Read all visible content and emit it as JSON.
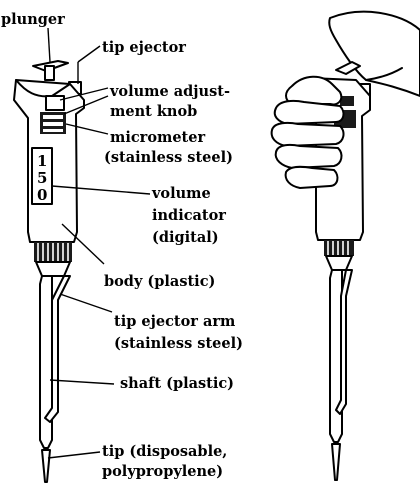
{
  "labels": {
    "plunger": "plunger",
    "tip_ejector": "tip ejector",
    "volume_adjustment_knob_line1": "volume adjust-",
    "volume_adjustment_knob_line2": "ment knob",
    "micrometer_line1": "micrometer",
    "micrometer_line2": "(stainless steel)",
    "volume_indicator_line1": "volume",
    "volume_indicator_line2": "indicator",
    "volume_indicator_line3": "(digital)",
    "body": "body (plastic)",
    "tip_ejector_arm_line1": "tip ejector arm",
    "tip_ejector_arm_line2": "(stainless steel)",
    "shaft": "shaft (plastic)",
    "tip_line1": "tip (disposable,",
    "tip_line2": "polypropylene)"
  },
  "volume_display_digits": [
    "1",
    "5",
    "0"
  ]
}
